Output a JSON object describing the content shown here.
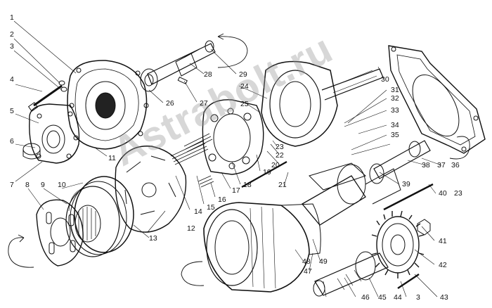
{
  "watermark": "Astrabolt.ru",
  "colors": {
    "ink": "#111111",
    "paper": "#ffffff",
    "watermark": "#969696"
  },
  "callouts": {
    "n1": "1",
    "n2": "2",
    "n3a": "3",
    "n4": "4",
    "n5": "5",
    "n6": "6",
    "n7": "7",
    "n8": "8",
    "n9": "9",
    "n10": "10",
    "n11": "11",
    "n12": "12",
    "n13": "13",
    "n14": "14",
    "n15": "15",
    "n16": "16",
    "n17": "17",
    "n18": "18",
    "n19": "19",
    "n20": "20",
    "n21": "21",
    "n22": "22",
    "n23a": "23",
    "n24": "24",
    "n25": "25",
    "n26": "26",
    "n27": "27",
    "n28": "28",
    "n29": "29",
    "n30": "30",
    "n31": "31",
    "n32": "32",
    "n33": "33",
    "n34": "34",
    "n35": "35",
    "n36": "36",
    "n37": "37",
    "n38": "38",
    "n39": "39",
    "n40": "40",
    "n23b": "23",
    "n41": "41",
    "n42": "42",
    "n43": "43",
    "n3b": "3",
    "n44": "44",
    "n45": "45",
    "n46": "46",
    "n47": "47",
    "n48": "48",
    "n49": "49"
  }
}
